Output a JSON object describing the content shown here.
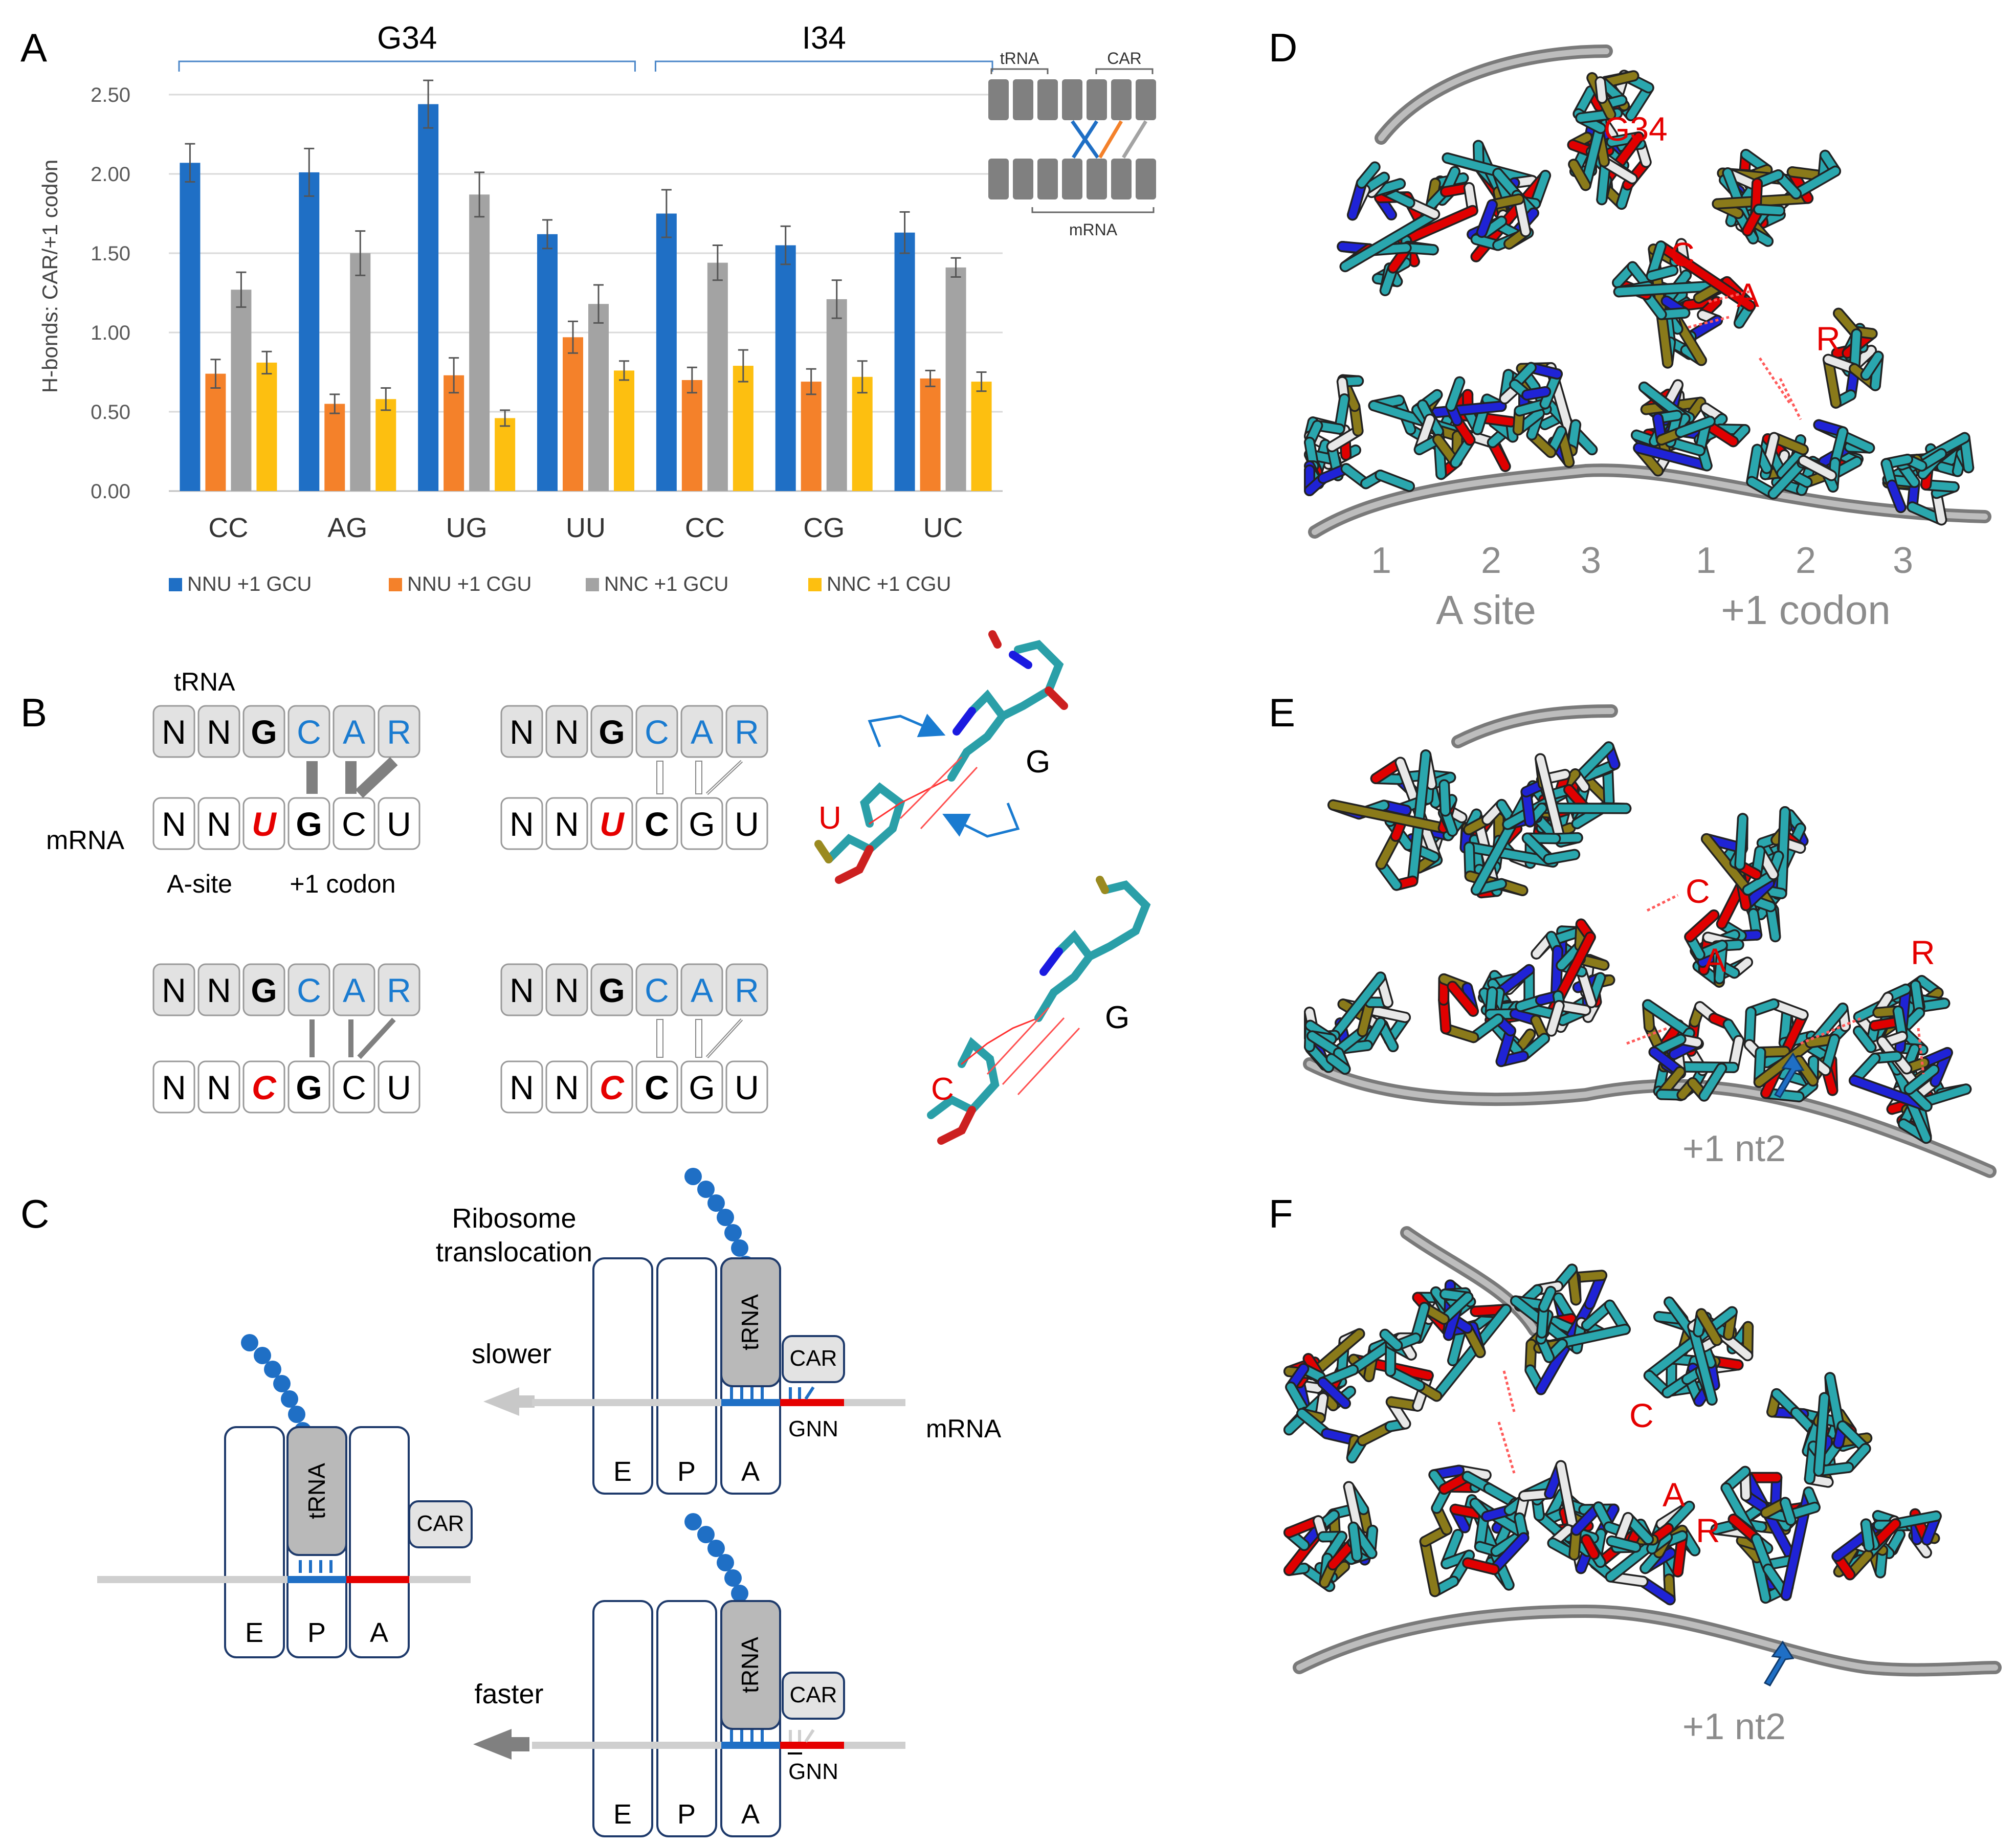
{
  "panels": {
    "A": "A",
    "B": "B",
    "C": "C",
    "D": "D",
    "E": "E",
    "F": "F"
  },
  "colors": {
    "blue": "#1f6fc5",
    "orange": "#f4812a",
    "gray": "#a3a3a3",
    "yellow": "#fdbf10",
    "red": "#e50000",
    "accentBlue": "#1a7bd0",
    "box": "#1e3a6b"
  },
  "chart_data": {
    "type": "bar",
    "groups": [
      {
        "label": "G34",
        "categories": [
          "CC",
          "AG",
          "UG",
          "UU"
        ]
      },
      {
        "label": "I34",
        "categories": [
          "CC",
          "CG",
          "UC"
        ]
      }
    ],
    "categories": [
      "CC",
      "AG",
      "UG",
      "UU",
      "CC",
      "CG",
      "UC"
    ],
    "ylabel": "H-bonds: CAR/+1 codon",
    "ylim": [
      0,
      2.5
    ],
    "yticks": [
      "0.00",
      "0.50",
      "1.00",
      "1.50",
      "2.00",
      "2.50"
    ],
    "legend_position": "bottom",
    "series": [
      {
        "name": "NNU +1 GCU",
        "color": "#1f6fc5",
        "values": [
          2.07,
          2.01,
          2.44,
          1.62,
          1.75,
          1.55,
          1.63
        ],
        "err": [
          0.12,
          0.15,
          0.15,
          0.09,
          0.15,
          0.12,
          0.13
        ]
      },
      {
        "name": "NNU +1 CGU",
        "color": "#f4812a",
        "values": [
          0.74,
          0.55,
          0.73,
          0.97,
          0.7,
          0.69,
          0.71
        ],
        "err": [
          0.09,
          0.06,
          0.11,
          0.1,
          0.08,
          0.08,
          0.05
        ]
      },
      {
        "name": "NNC +1 GCU",
        "color": "#a3a3a3",
        "values": [
          1.27,
          1.5,
          1.87,
          1.18,
          1.44,
          1.21,
          1.41
        ],
        "err": [
          0.11,
          0.14,
          0.14,
          0.12,
          0.11,
          0.12,
          0.06
        ]
      },
      {
        "name": "NNC +1 CGU",
        "color": "#fdbf10",
        "values": [
          0.81,
          0.58,
          0.46,
          0.76,
          0.79,
          0.72,
          0.69
        ],
        "err": [
          0.07,
          0.07,
          0.05,
          0.06,
          0.1,
          0.1,
          0.06
        ]
      }
    ]
  },
  "inset": {
    "top_label1": "tRNA",
    "top_label2": "CAR",
    "bottom_label": "mRNA"
  },
  "panelB": {
    "trna_label": "tRNA",
    "mrna_label": "mRNA",
    "asite_label": "A-site",
    "plus1_label": "+1 codon",
    "trna_seq": [
      "N",
      "N",
      "G",
      "C",
      "A",
      "R"
    ],
    "mrna_UG": [
      "N",
      "N",
      "U",
      "G",
      "C",
      "U"
    ],
    "mrna_UC": [
      "N",
      "N",
      "U",
      "C",
      "G",
      "U"
    ],
    "mrna_CG": [
      "N",
      "N",
      "C",
      "G",
      "C",
      "U"
    ],
    "mrna_CC": [
      "N",
      "N",
      "C",
      "C",
      "G",
      "U"
    ],
    "pair1_left": "U",
    "pair1_right": "G",
    "pair2_left": "C",
    "pair2_right": "G"
  },
  "panelC": {
    "ribosome_translocation": "Ribosome translocation",
    "slower": "slower",
    "faster": "faster",
    "mrna": "mRNA",
    "trna": "tRNA",
    "car": "CAR",
    "gnn": "GNN",
    "gnn_bar": "GNN",
    "sites": [
      "E",
      "P",
      "A"
    ]
  },
  "panelD": {
    "g34": "G34",
    "c": "C",
    "a": "A",
    "r": "R",
    "nums": [
      "1",
      "2",
      "3",
      "1",
      "2",
      "3"
    ],
    "asite": "A site",
    "plus1": "+1 codon"
  },
  "panelE": {
    "c": "C",
    "a": "A",
    "r": "R",
    "nt2": "+1 nt2"
  },
  "panelF": {
    "c": "C",
    "a": "A",
    "r": "R",
    "nt2": "+1 nt2"
  }
}
